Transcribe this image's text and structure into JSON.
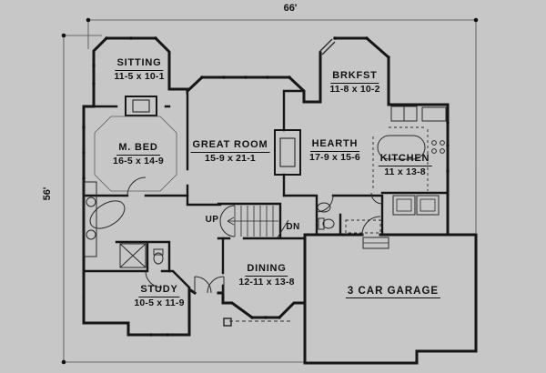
{
  "plan": {
    "dimensions": {
      "width": "66'",
      "depth": "56'"
    },
    "rooms": {
      "sitting": {
        "name": "SITTING",
        "size": "11-5 x 10-1"
      },
      "master_bed": {
        "name": "M. BED",
        "size": "16-5 x 14-9"
      },
      "great_room": {
        "name": "GREAT ROOM",
        "size": "15-9 x 21-1"
      },
      "hearth": {
        "name": "HEARTH",
        "size": "17-9 x 15-6"
      },
      "breakfast": {
        "name": "BRKFST",
        "size": "11-8 x 10-2"
      },
      "kitchen": {
        "name": "KITCHEN",
        "size": "11 x 13-8"
      },
      "dining": {
        "name": "DINING",
        "size": "12-11 x 13-8"
      },
      "study": {
        "name": "STUDY",
        "size": "10-5 x 11-9"
      },
      "garage": {
        "name": "3 CAR GARAGE",
        "size": ""
      }
    },
    "stairs": {
      "up": "UP",
      "down": "DN"
    },
    "colors": {
      "background": "#c7c7c7",
      "wall": "#161616",
      "text": "#111111"
    }
  }
}
